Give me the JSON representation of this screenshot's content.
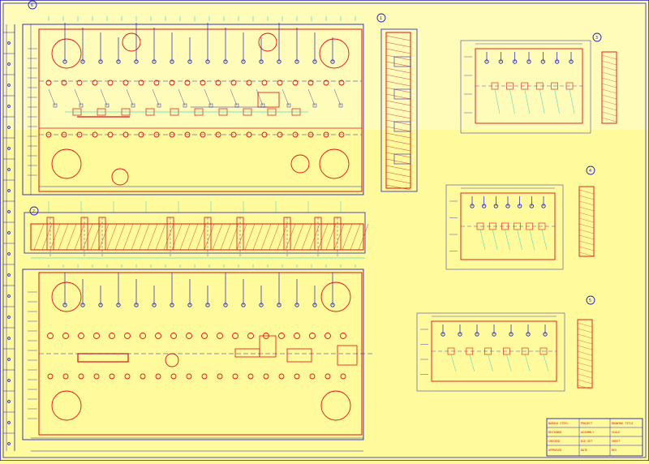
{
  "colors": {
    "background": "#fffa9c",
    "background_light": "#fffbb8",
    "outline": "#2020c0",
    "part_edge": "#e01010",
    "dimension": "#00c8d8",
    "text": "#1a1a8a"
  },
  "balloons": [
    "1",
    "2",
    "3",
    "4",
    "5",
    "6"
  ],
  "title_block": {
    "row1": [
      "NAROSA STEEL",
      "PROJECT",
      "DRAWING TITLE"
    ],
    "row2": [
      "DESIGNED",
      "ASSEMBLY",
      "SCALE"
    ],
    "row3": [
      "CHECKED",
      "DIE SET",
      "SHEET"
    ],
    "row4": [
      "APPROVED",
      "DATE",
      "REV"
    ]
  }
}
